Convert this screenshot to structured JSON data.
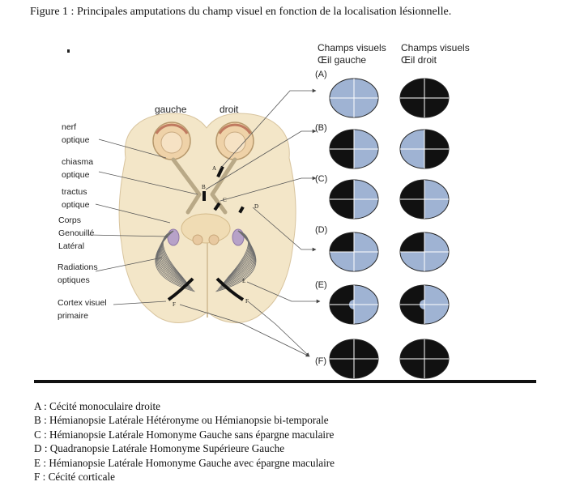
{
  "figure_title": "Figure 1 : Principales amputations du champ visuel en fonction de la localisation lésionnelle.",
  "headers": {
    "left_title": "Champs visuels",
    "left_sub": "Œil gauche",
    "right_title": "Champs visuels",
    "right_sub": "Œil droit"
  },
  "side_labels": {
    "left": "gauche",
    "right": "droit"
  },
  "anatomy_labels": [
    {
      "line1": "nerf",
      "line2": "optique"
    },
    {
      "line1": "chiasma",
      "line2": "optique"
    },
    {
      "line1": "tractus",
      "line2": "optique"
    },
    {
      "line1": "Corps",
      "line2": "Genouillé",
      "line3": "Latéral"
    },
    {
      "line1": "Radiations",
      "line2": "optiques"
    },
    {
      "line1": "Cortex visuel",
      "line2": "primaire"
    }
  ],
  "lesion_markers": [
    "A",
    "B",
    "C",
    "D",
    "E",
    "F",
    "F"
  ],
  "rows": [
    {
      "letter": "(A)",
      "left": [
        "light",
        "light",
        "light",
        "light"
      ],
      "right": [
        "dark",
        "dark",
        "dark",
        "dark"
      ]
    },
    {
      "letter": "(B)",
      "left": [
        "dark",
        "light",
        "dark",
        "light"
      ],
      "right": [
        "light",
        "dark",
        "light",
        "dark"
      ]
    },
    {
      "letter": "(C)",
      "left": [
        "dark",
        "light",
        "dark",
        "light"
      ],
      "right": [
        "dark",
        "light",
        "dark",
        "light"
      ]
    },
    {
      "letter": "(D)",
      "left": [
        "dark",
        "light",
        "light",
        "light"
      ],
      "right": [
        "dark",
        "light",
        "light",
        "light"
      ]
    },
    {
      "letter": "(E)",
      "left": [
        "dark",
        "light",
        "dark",
        "light"
      ],
      "right": [
        "dark",
        "light",
        "dark",
        "light"
      ],
      "macular_sparing": true
    },
    {
      "letter": "(F)",
      "left": [
        "dark",
        "dark",
        "dark",
        "dark"
      ],
      "right": [
        "dark",
        "dark",
        "dark",
        "dark"
      ]
    }
  ],
  "colors": {
    "light": "#9fb3d3",
    "dark": "#111111",
    "brain": "#f3e6c8",
    "eye": "#efd2a8"
  },
  "legend": [
    "A : Cécité monoculaire droite",
    "B : Hémianopsie Latérale Hétéronyme ou Hémianopsie bi-temporale",
    "C : Hémianopsie Latérale Homonyme Gauche sans épargne maculaire",
    "D : Quadranopsie Latérale Homonyme Supérieure Gauche",
    "E : Hémianopsie Latérale Homonyme Gauche avec épargne maculaire",
    "F : Cécité corticale"
  ]
}
